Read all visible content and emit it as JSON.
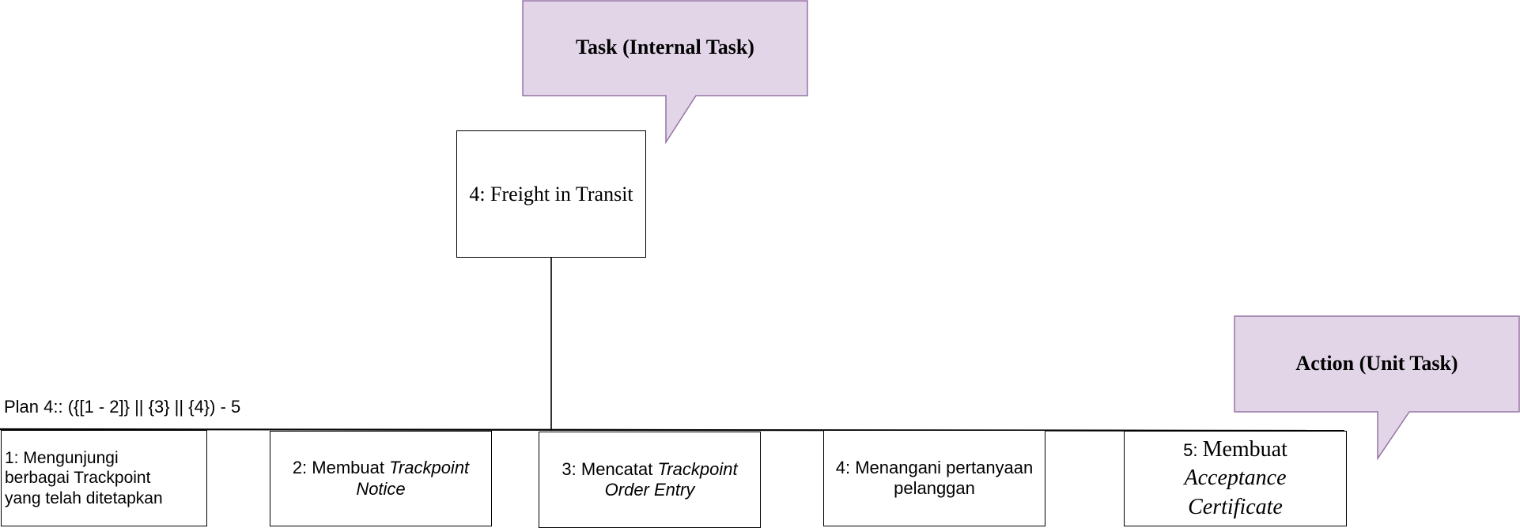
{
  "colors": {
    "callout_fill": "#e1d5e7",
    "callout_stroke": "#9673a6",
    "line": "#000000"
  },
  "callouts": {
    "internal_task": "Task (Internal Task)",
    "unit_task": "Action (Unit Task)"
  },
  "parent_task": {
    "label": "4: Freight in Transit"
  },
  "plan": {
    "label": "Plan 4:: ({[1 - 2]} || {3} || {4}) - 5"
  },
  "subtasks": [
    {
      "line1": "1: Mengunjungi",
      "line2": "berbagai Trackpoint",
      "line3": "yang telah ditetapkan"
    },
    {
      "prefix": "2: Membuat ",
      "italic1": "Trackpoint",
      "italic2": "Notice"
    },
    {
      "prefix": "3: Mencatat ",
      "italic1": "Trackpoint",
      "italic2": "Order Entry"
    },
    {
      "line1": "4: Menangani pertanyaan",
      "line2": "pelanggan"
    },
    {
      "prefix_num": "5: ",
      "prefix_word": "Membuat",
      "italic1": "Acceptance",
      "italic2": "Certificate"
    }
  ]
}
